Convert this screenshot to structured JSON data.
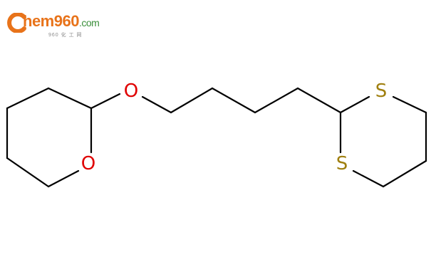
{
  "logo": {
    "brand_prefix": "hem",
    "brand_number": "960",
    "brand_suffix": ".com",
    "subtitle": "960 化 工 网",
    "colors": {
      "orange": "#e8731a",
      "green": "#3a8f3a",
      "gray": "#8a8a8a"
    }
  },
  "molecule": {
    "atoms": [
      {
        "id": "o_ether",
        "symbol": "O",
        "color": "#e00000"
      },
      {
        "id": "o_ring",
        "symbol": "O",
        "color": "#e00000"
      },
      {
        "id": "s_top",
        "symbol": "S",
        "color": "#a08010"
      },
      {
        "id": "s_bottom",
        "symbol": "S",
        "color": "#a08010"
      }
    ]
  }
}
